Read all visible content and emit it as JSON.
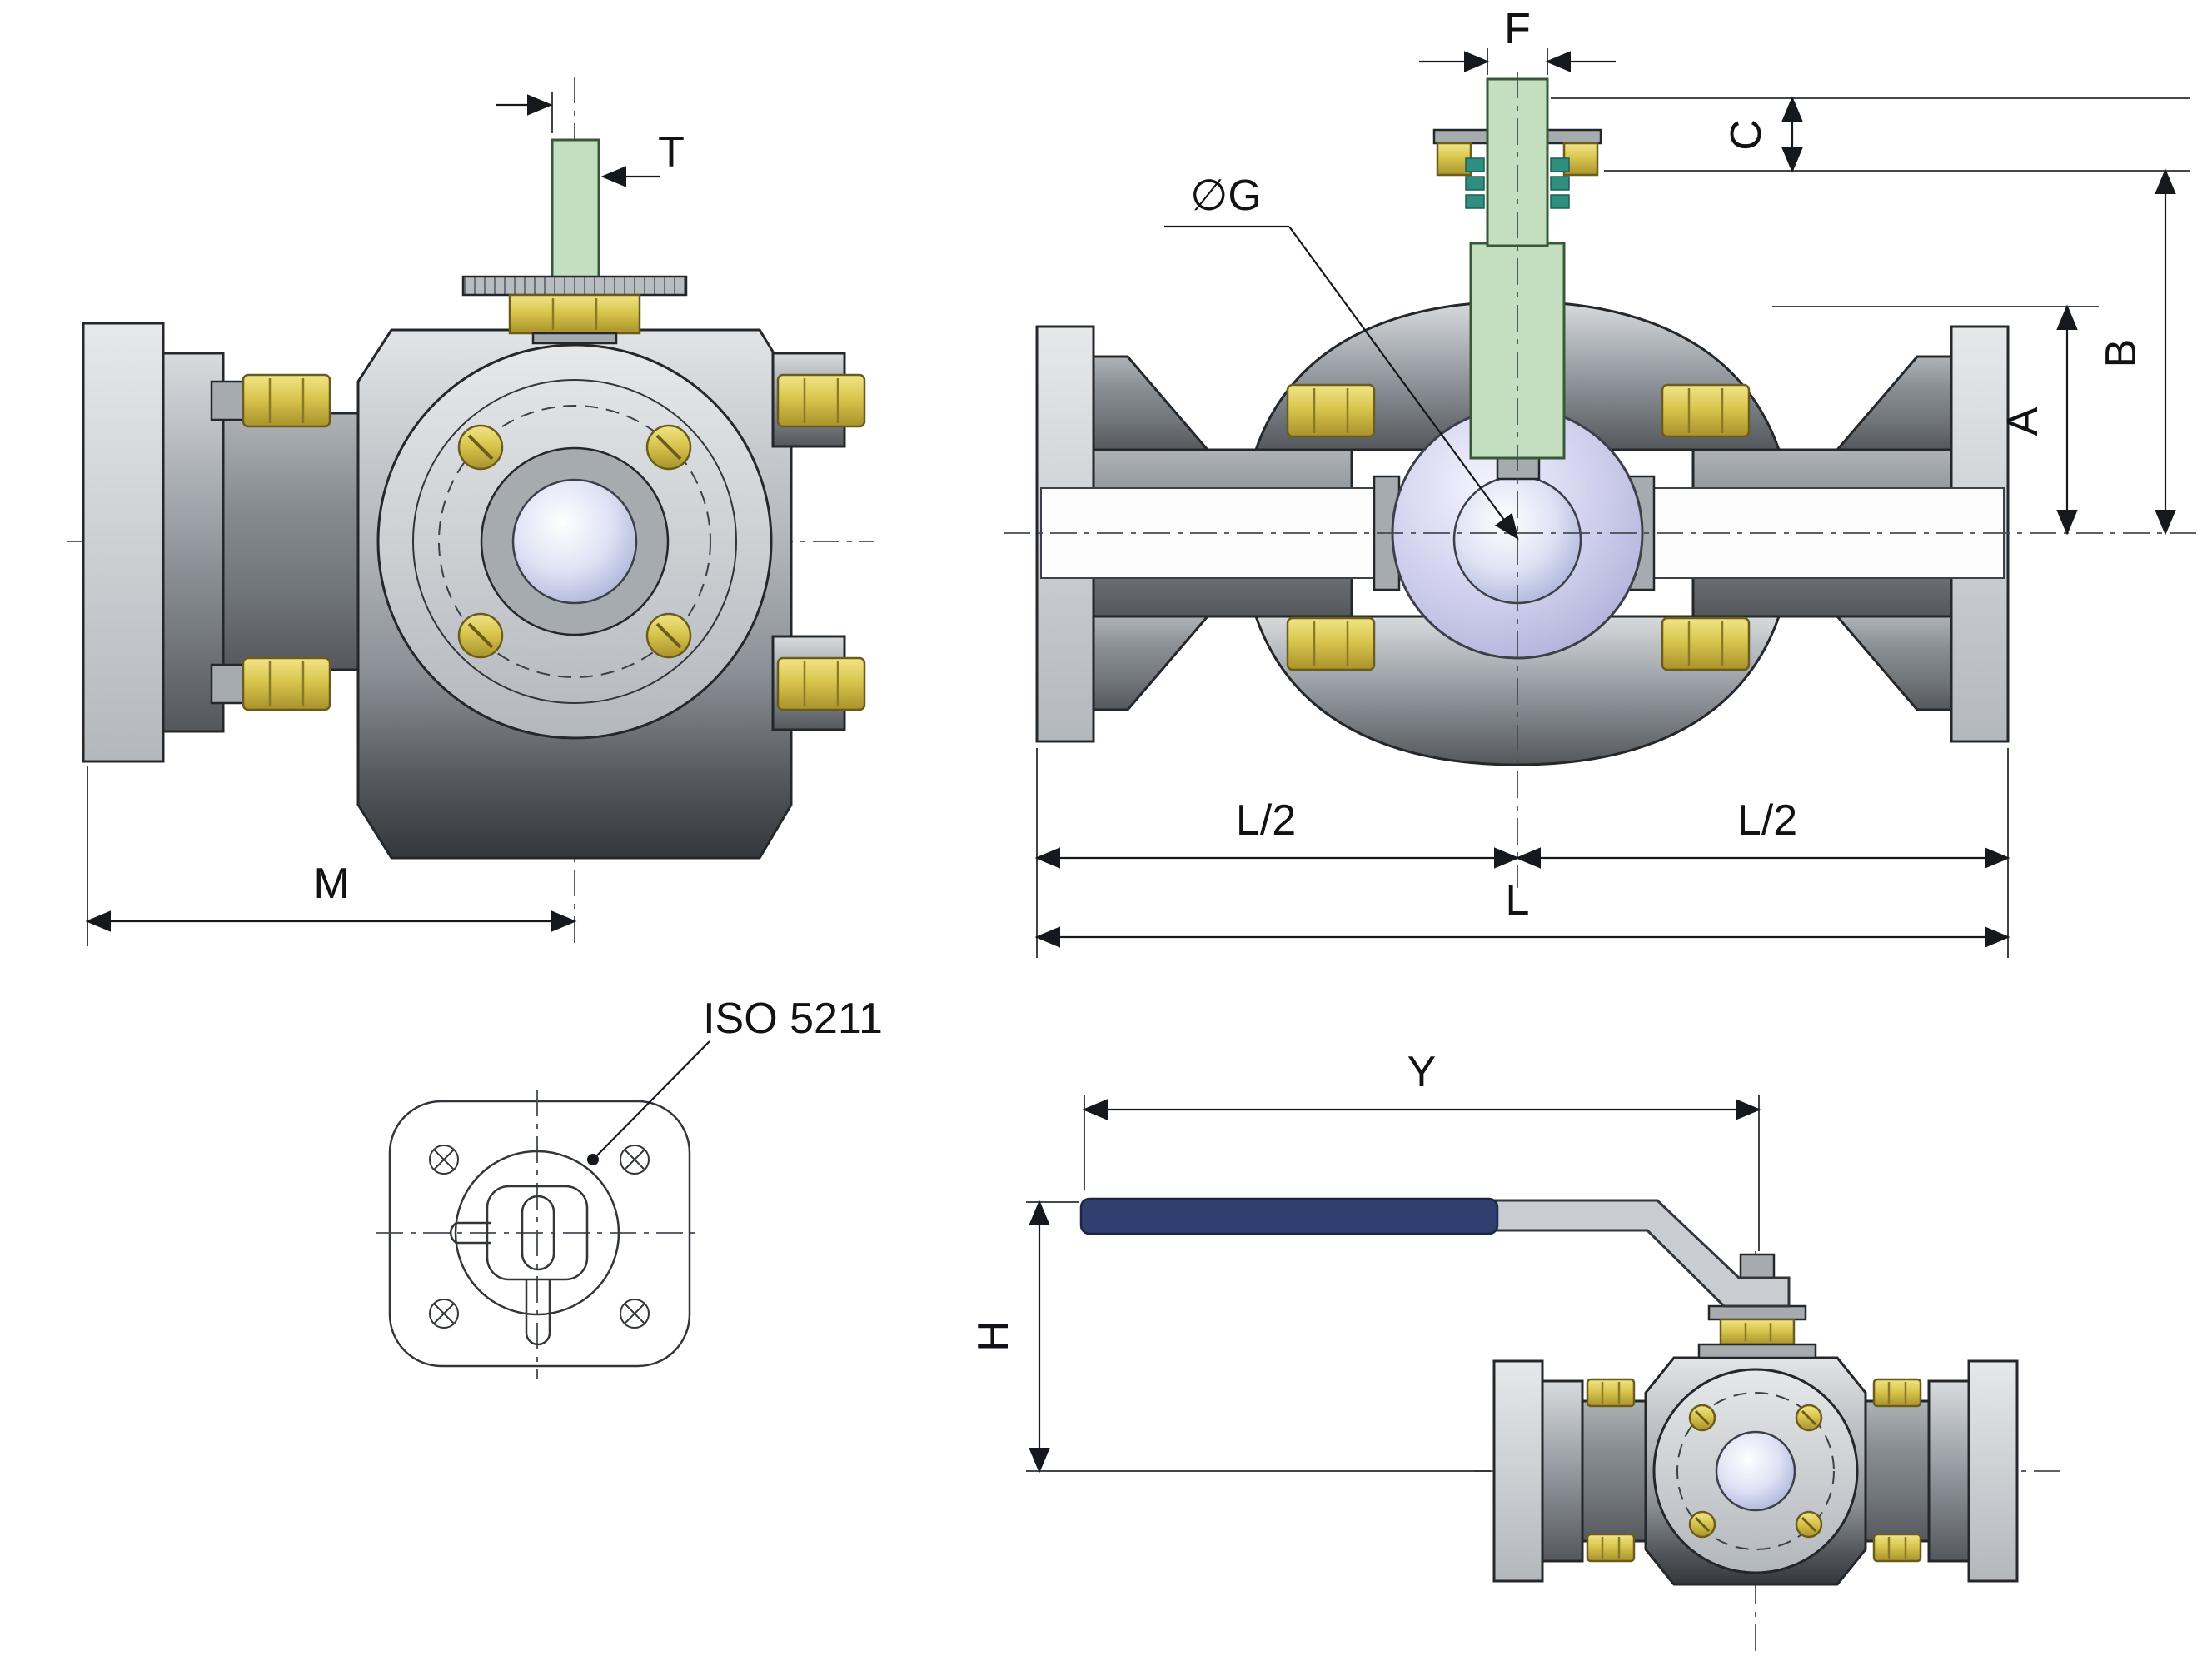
{
  "labels": {
    "T": "T",
    "M": "M",
    "F": "F",
    "G": "∅G",
    "C": "C",
    "B": "B",
    "A": "A",
    "L2_left": "L/2",
    "L2_right": "L/2",
    "L": "L",
    "ISO": "ISO 5211",
    "Y": "Y",
    "H": "H"
  },
  "colors": {
    "background": "#ffffff",
    "line": "#24282c",
    "dim": "#15181c",
    "metal_light": "#d8dbde",
    "metal_mid": "#9aa0a6",
    "metal_dark": "#54585d",
    "body_dark": "#34383c",
    "brass_light": "#f2e488",
    "brass_mid": "#d9c64e",
    "brass_dark": "#a8922c",
    "stem_green": "#c4dfc0",
    "stem_green_dark": "#375937",
    "packing_teal": "#2f8f7f",
    "ball_light": "#f4f4ff",
    "ball_mid": "#cdcdec",
    "ball_dark": "#a8a8d4",
    "bore_light": "#ffffff",
    "bore_dark": "#9da7d2",
    "handle_blue": "#2e3f70"
  }
}
